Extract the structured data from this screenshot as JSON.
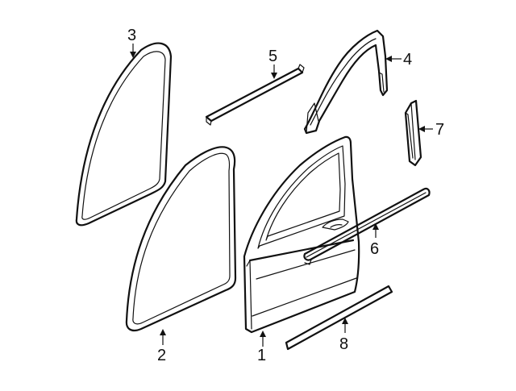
{
  "diagram": {
    "callouts": [
      {
        "id": "1",
        "label": "1"
      },
      {
        "id": "2",
        "label": "2"
      },
      {
        "id": "3",
        "label": "3"
      },
      {
        "id": "4",
        "label": "4"
      },
      {
        "id": "5",
        "label": "5"
      },
      {
        "id": "6",
        "label": "6"
      },
      {
        "id": "7",
        "label": "7"
      },
      {
        "id": "8",
        "label": "8"
      }
    ],
    "line_color": "#111111",
    "background": "#ffffff"
  }
}
